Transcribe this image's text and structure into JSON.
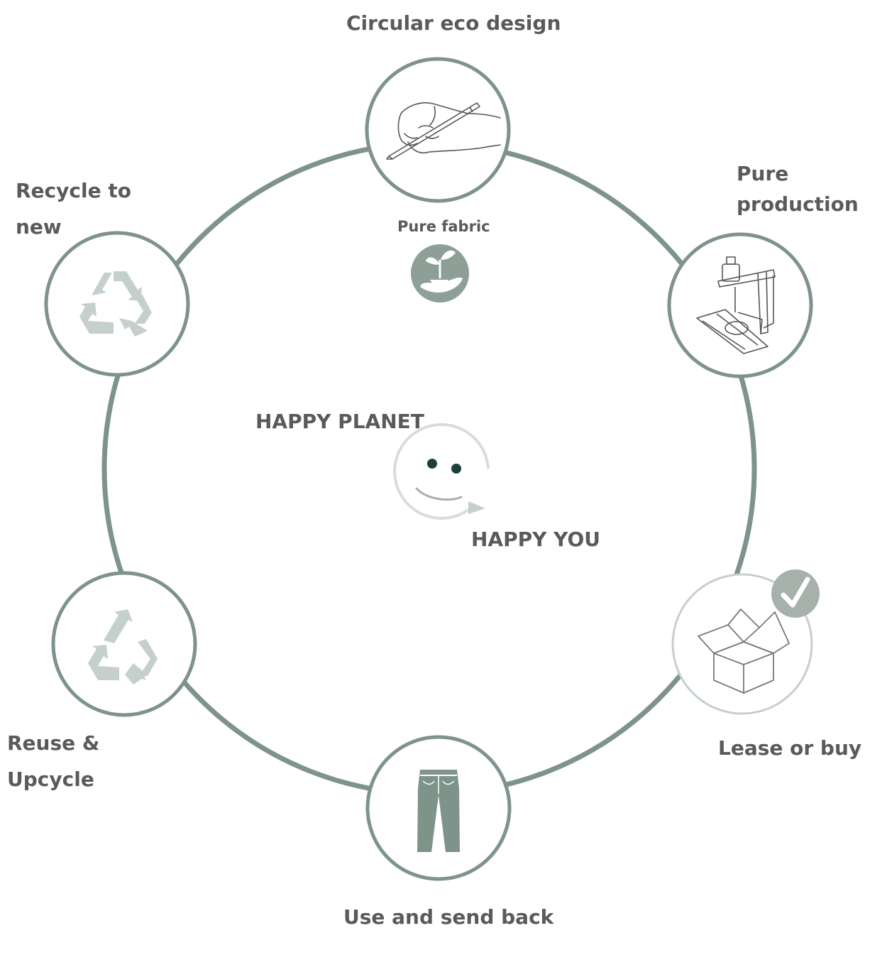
{
  "colors": {
    "ring": "#7e938a",
    "icon_dark": "#7e938a",
    "icon_light": "#c5d0ca",
    "check_badge": "#a6b1ab",
    "text": "#5a5a5a"
  },
  "stages": [
    {
      "id": "circular-eco-design",
      "label": "Circular eco design",
      "icon": "hand-drawing-icon"
    },
    {
      "id": "pure-production",
      "label_lines": [
        "Pure",
        "production"
      ],
      "icon": "sewing-machine-icon"
    },
    {
      "id": "lease-or-buy",
      "label": "Lease or buy",
      "icon": "box-icon",
      "badge": "checkmark-icon"
    },
    {
      "id": "use-and-send-back",
      "label": "Use and send back",
      "icon": "jeans-icon"
    },
    {
      "id": "reuse-upcycle",
      "label_lines": [
        "Reuse &",
        "Upcycle"
      ],
      "icon": "recycle-icon"
    },
    {
      "id": "recycle-to-new",
      "label_lines": [
        "Recycle to",
        "new"
      ],
      "icon": "recycle-icon"
    }
  ],
  "pure_fabric": {
    "label": "Pure fabric",
    "icon": "plant-in-hand-icon"
  },
  "center": {
    "top_label": "HAPPY PLANET",
    "bottom_label": "HAPPY YOU",
    "icon": "smiley-cycle-icon"
  }
}
